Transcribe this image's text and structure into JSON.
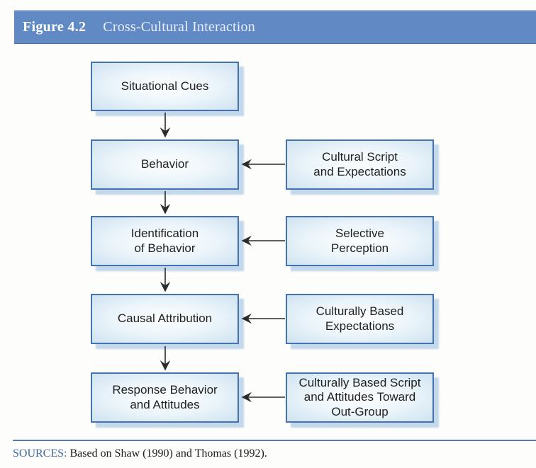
{
  "figure": {
    "label": "Figure 4.2",
    "title": "Cross-Cultural Interaction"
  },
  "diagram": {
    "type": "flowchart",
    "main_flow": [
      {
        "label": "Situational Cues"
      },
      {
        "label": "Behavior"
      },
      {
        "label": "Identification\nof Behavior"
      },
      {
        "label": "Causal Attribution"
      },
      {
        "label": "Response Behavior\nand Attitudes"
      }
    ],
    "influences": [
      {
        "label": "Cultural Script\nand Expectations",
        "target": "Behavior"
      },
      {
        "label": "Selective\nPerception",
        "target": "Identification of Behavior"
      },
      {
        "label": "Culturally Based\nExpectations",
        "target": "Causal Attribution"
      },
      {
        "label": "Culturally Based Script\nand Attitudes Toward\nOut-Group",
        "target": "Response Behavior and Attitudes"
      }
    ],
    "colors": {
      "header_bar": "#6189c4",
      "box_border": "#4573af",
      "box_fill_edge": "#cfe3f1",
      "box_fill_center": "#fcfeff",
      "box_shadow": "#c3d8ea",
      "arrow": "#2b2b2b",
      "sources_label": "#3c6aa5",
      "rule": "#5579b2"
    }
  },
  "footer": {
    "sources_label": "SOURCES:",
    "sources_text": " Based on Shaw (1990) and Thomas (1992)."
  }
}
